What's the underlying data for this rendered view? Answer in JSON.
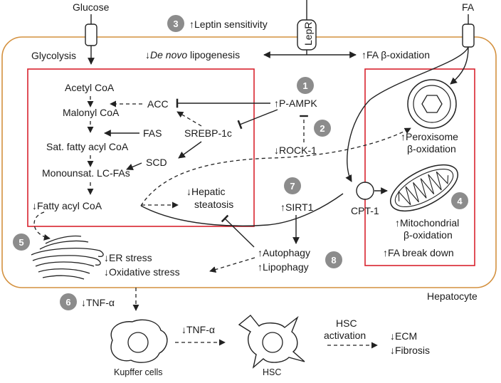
{
  "title_top": "",
  "cell": {
    "hepatocyte_label": "Hepatocyte",
    "cell_border_color": "#d4913f",
    "box_border_color": "#d9232e"
  },
  "inputs": {
    "glucose": "Glucose",
    "fa": "FA",
    "receptor": "LepR",
    "glycolysis": "Glycolysis"
  },
  "effects": {
    "leptin": "Leptin sensitivity",
    "de_novo_italic": "De novo",
    "lipogenesis": " lipogenesis",
    "fa_beta": "FA β-oxidation"
  },
  "pathway": {
    "acetyl": "Acetyl CoA",
    "malonyl": "Malonyl CoA",
    "sat": "Sat. fatty acyl CoA",
    "monounsat": "Monounsat. LC-FAs",
    "fatty_acyl": "Fatty acyl CoA",
    "acc": "ACC",
    "fas": "FAS",
    "srebp": "SREBP-1c",
    "scd": "SCD",
    "hepatic": "Hepatic",
    "steatosis": "steatosis"
  },
  "signaling": {
    "pampk": "P-AMPK",
    "rock": "ROCK-1",
    "sirt1": "SIRT1",
    "autophagy": "Autophagy",
    "lipophagy": "Lipophagy",
    "cpt1": "CPT-1"
  },
  "organelles": {
    "peroxisome_1": "Peroxisome",
    "peroxisome_2": "β-oxidation",
    "mito_1": "Mitochondrial",
    "mito_2": "β-oxidation",
    "fa_breakdown": "FA break down",
    "er_stress": "ER stress",
    "ox_stress": "Oxidative stress"
  },
  "outside": {
    "tnf_a": "TNF-α",
    "tnf_b": "TNF-α",
    "kupffer": "Kupffer cells",
    "hsc": "HSC",
    "hsc_act_1": "HSC",
    "hsc_act_2": "activation",
    "ecm": "ECM",
    "fibrosis": "Fibrosis"
  },
  "badges": [
    "1",
    "2",
    "3",
    "4",
    "5",
    "6",
    "7",
    "8"
  ]
}
